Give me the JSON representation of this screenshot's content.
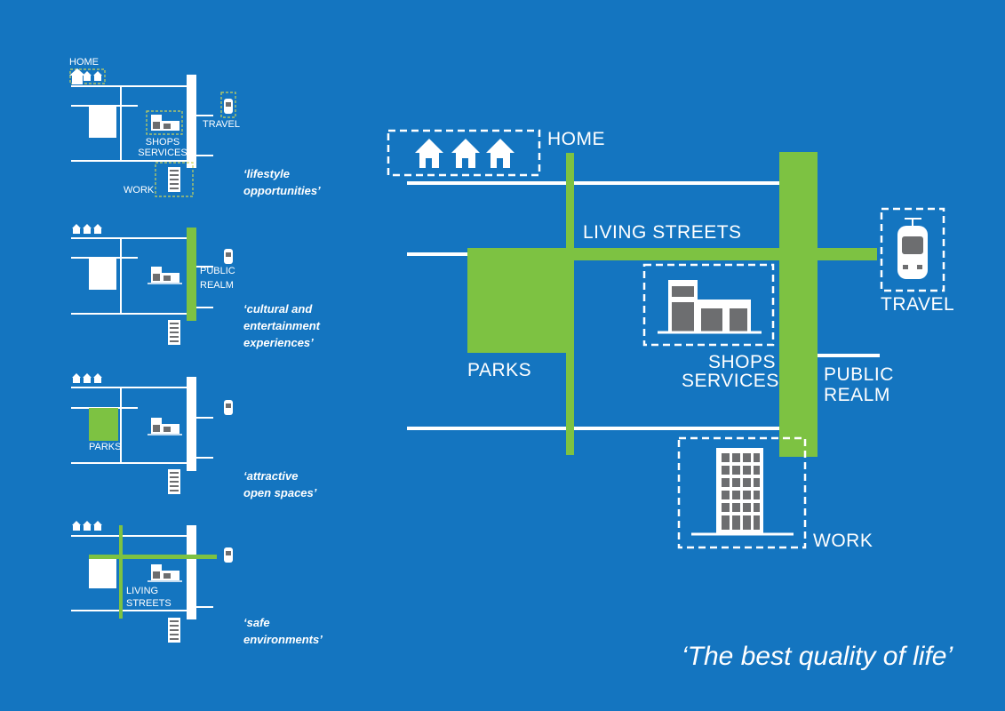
{
  "main": {
    "labels": {
      "home": "HOME",
      "living_streets": "LIVING STREETS",
      "travel": "TRAVEL",
      "parks": "PARKS",
      "shops_services": [
        "SHOPS",
        "SERVICES"
      ],
      "public_realm": [
        "PUBLIC",
        "REALM"
      ],
      "work": "WORK"
    },
    "tagline": "‘The best quality of life’"
  },
  "panels": [
    {
      "labels": {
        "home": "HOME",
        "travel": "TRAVEL",
        "shops_services": [
          "SHOPS",
          "SERVICES"
        ],
        "work": "WORK"
      },
      "caption": [
        "‘lifestyle",
        "opportunities’"
      ]
    },
    {
      "labels": {
        "public_realm": [
          "PUBLIC",
          "REALM"
        ]
      },
      "caption": [
        "‘cultural and",
        "entertainment",
        "experiences’"
      ]
    },
    {
      "labels": {
        "parks": "PARKS"
      },
      "caption": [
        "‘attractive",
        "open spaces’"
      ]
    },
    {
      "labels": {
        "living_streets": [
          "LIVING",
          "STREETS"
        ]
      },
      "caption": [
        "‘safe",
        "environments’"
      ]
    }
  ],
  "colors": {
    "background": "#1475c0",
    "green": "#7dc242",
    "white": "#ffffff",
    "building": "#6d6e70",
    "dash_small": "#c9d35a"
  }
}
